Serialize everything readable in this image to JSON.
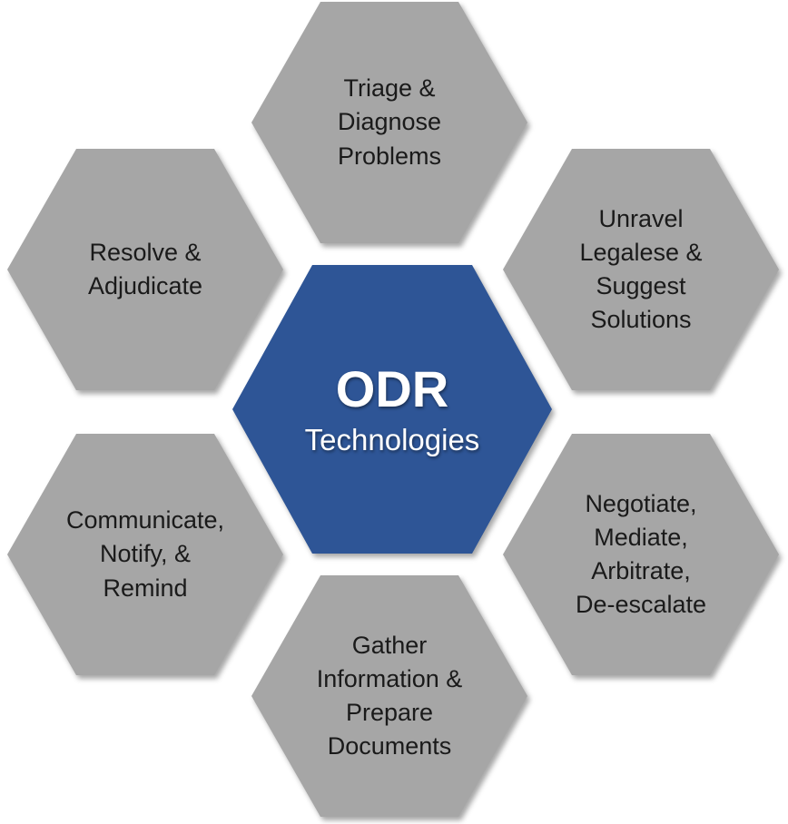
{
  "center": {
    "title": "ODR",
    "subtitle": "Technologies",
    "fill_color": "#2e5596",
    "text_color": "#ffffff"
  },
  "nodes": [
    {
      "id": "triage-diagnose",
      "label": "Triage &\nDiagnose\nProblems"
    },
    {
      "id": "unravel-legalese",
      "label": "Unravel\nLegalese &\nSuggest\nSolutions"
    },
    {
      "id": "negotiate-mediate",
      "label": "Negotiate,\nMediate,\nArbitrate,\nDe-escalate"
    },
    {
      "id": "gather-information",
      "label": "Gather\nInformation &\nPrepare\nDocuments"
    },
    {
      "id": "communicate-notify",
      "label": "Communicate,\nNotify, &\nRemind"
    },
    {
      "id": "resolve-adjudicate",
      "label": "Resolve &\nAdjudicate"
    }
  ],
  "node_fill_color": "#a6a6a6",
  "node_text_color": "#1a1a1a"
}
